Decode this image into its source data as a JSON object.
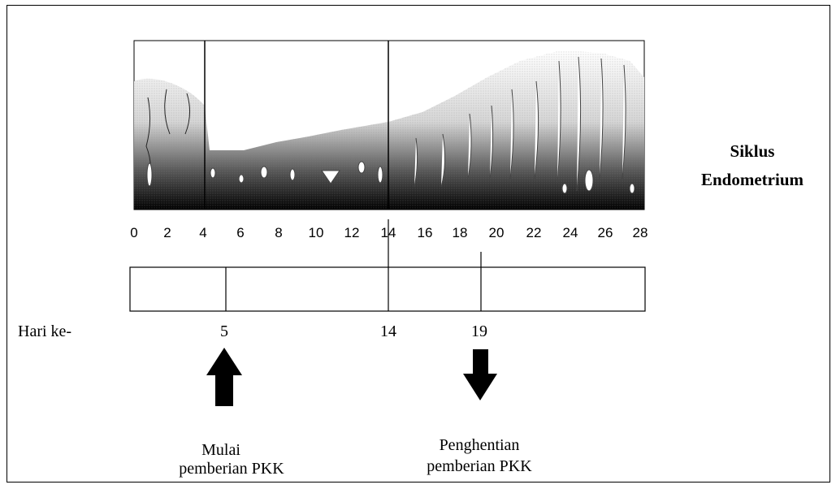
{
  "title_lines": [
    "Siklus",
    "Endometrium"
  ],
  "day_axis": {
    "ticks": [
      "0",
      "2",
      "4",
      "6",
      "8",
      "10",
      "12",
      "14",
      "16",
      "18",
      "20",
      "22",
      "24",
      "26",
      "28"
    ]
  },
  "markers": {
    "row_label": "Hari ke-",
    "days": [
      "5",
      "14",
      "19"
    ]
  },
  "start_event": {
    "lines": [
      "Mulai",
      "pemberian PKK"
    ],
    "arrow": "up-arrow"
  },
  "stop_event": {
    "lines": [
      "Penghentian",
      "pemberian PKK"
    ],
    "arrow": "down-arrow"
  }
}
